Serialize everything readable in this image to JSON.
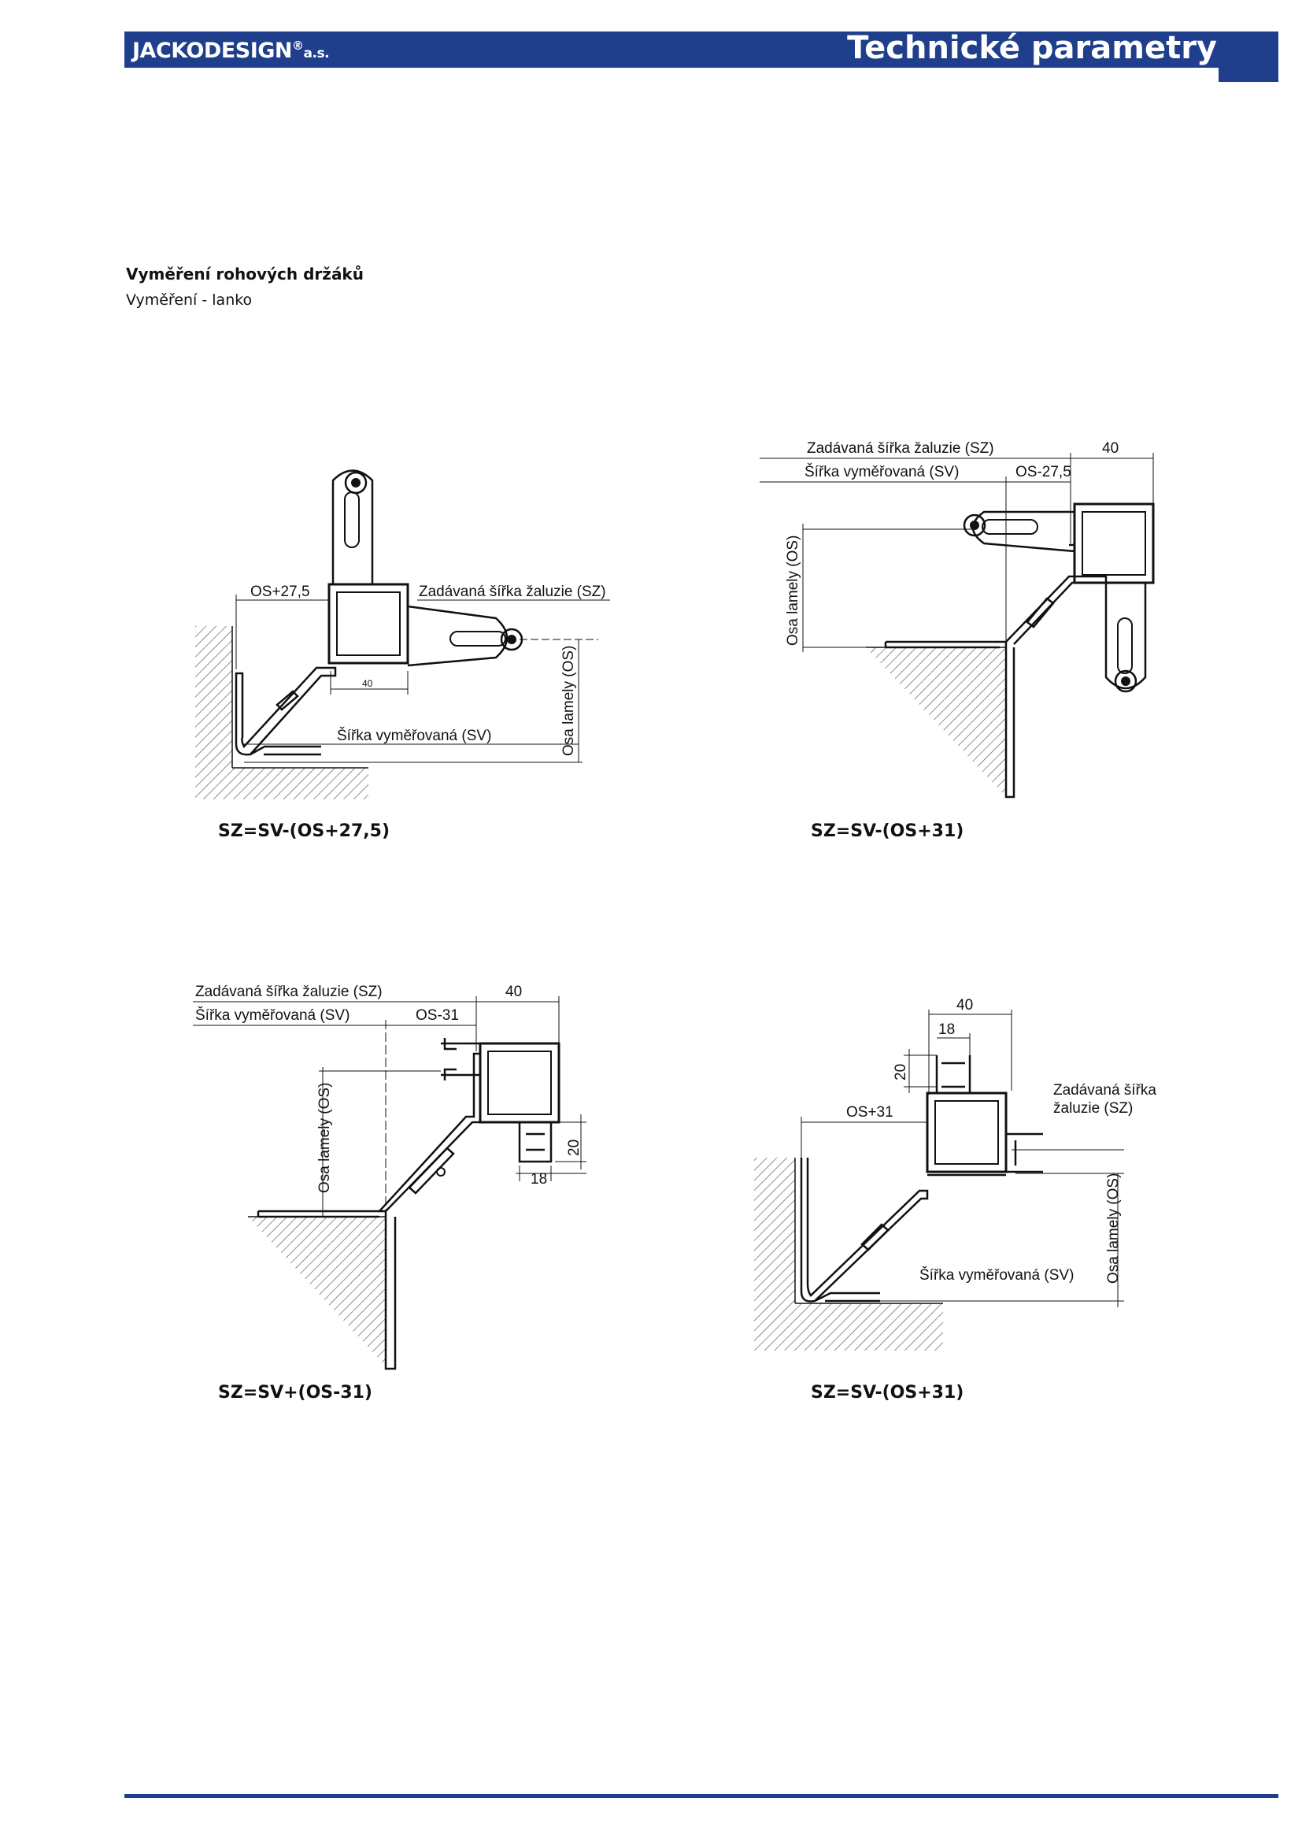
{
  "header": {
    "brand": "JACKODESIGN",
    "brand_mark": "®",
    "brand_suffix": "a.s.",
    "title": "Technické parametry"
  },
  "section": {
    "title": "Vyměření rohových držáků",
    "subtitle": "Vyměření - lanko"
  },
  "drawings": {
    "d1": {
      "dim_os": "OS+27,5",
      "label_sz": "Zadávaná šířka žaluzie (SZ)",
      "dim_40": "40",
      "label_sv": "Šířka vyměřovaná (SV)",
      "label_osa": "Osa lamely (OS)",
      "formula": "SZ=SV-(OS+27,5)"
    },
    "d2": {
      "label_sz": "Zadávaná šířka žaluzie (SZ)",
      "dim_40": "40",
      "label_sv": "Šířka vyměřovaná (SV)",
      "dim_os": "OS-27,5",
      "label_osa": "Osa lamely (OS)",
      "formula": "SZ=SV-(OS+31)"
    },
    "d3": {
      "label_sz": "Zadávaná šířka žaluzie (SZ)",
      "dim_40": "40",
      "label_sv": "Šířka vyměřovaná (SV)",
      "dim_os": "OS-31",
      "label_osa": "Osa lamely (OS)",
      "dim_20": "20",
      "dim_18": "18",
      "formula": "SZ=SV+(OS-31)"
    },
    "d4": {
      "dim_40": "40",
      "dim_18": "18",
      "dim_20": "20",
      "dim_os": "OS+31",
      "label_sz_1": "Zadávaná šířka",
      "label_sz_2": "žaluzie (SZ)",
      "label_osa": "Osa lamely (OS)",
      "label_sv": "Šířka vyměřovaná (SV)",
      "formula": "SZ=SV-(OS+31)"
    }
  },
  "colors": {
    "brand_blue": "#1f3e8c"
  }
}
